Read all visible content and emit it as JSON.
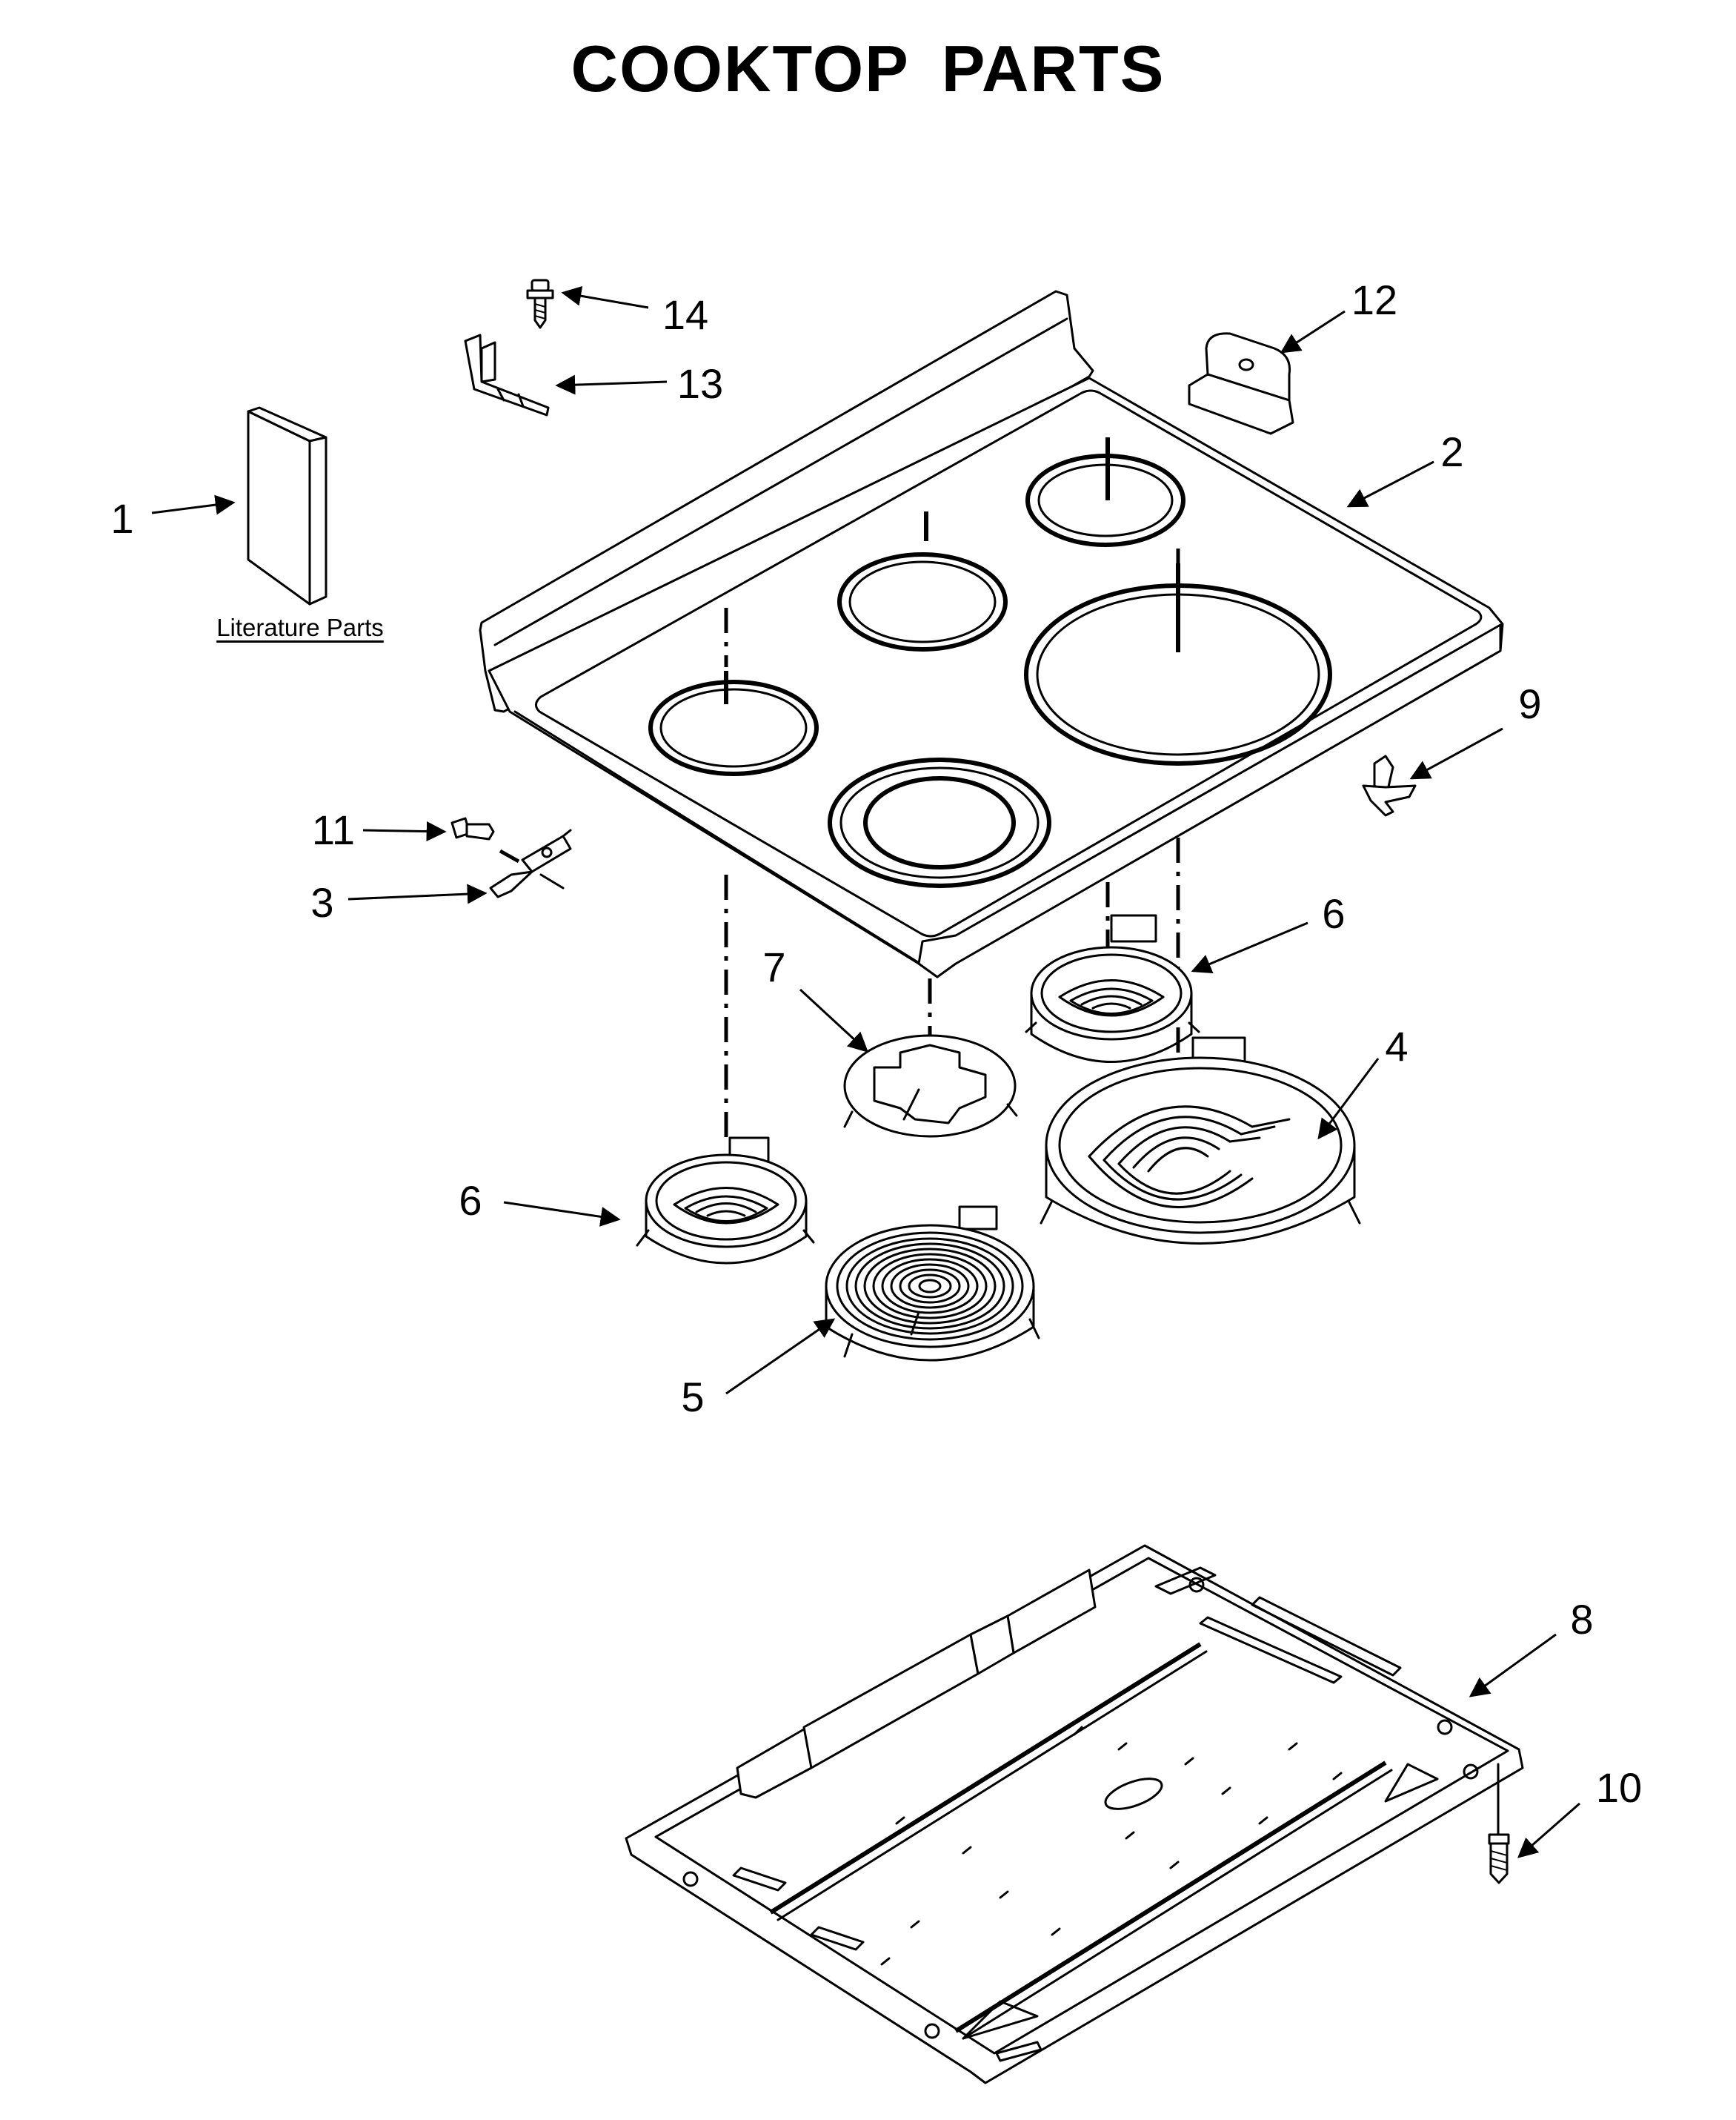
{
  "title": "COOKTOP PARTS",
  "literature_label": "Literature Parts",
  "callouts": [
    {
      "id": "c1",
      "label": "1"
    },
    {
      "id": "c2",
      "label": "2"
    },
    {
      "id": "c3",
      "label": "3"
    },
    {
      "id": "c4",
      "label": "4"
    },
    {
      "id": "c5",
      "label": "5"
    },
    {
      "id": "c6a",
      "label": "6"
    },
    {
      "id": "c6b",
      "label": "6"
    },
    {
      "id": "c7",
      "label": "7"
    },
    {
      "id": "c8",
      "label": "8"
    },
    {
      "id": "c9",
      "label": "9"
    },
    {
      "id": "c10",
      "label": "10"
    },
    {
      "id": "c11",
      "label": "11"
    },
    {
      "id": "c12",
      "label": "12"
    },
    {
      "id": "c13",
      "label": "13"
    },
    {
      "id": "c14",
      "label": "14"
    }
  ]
}
